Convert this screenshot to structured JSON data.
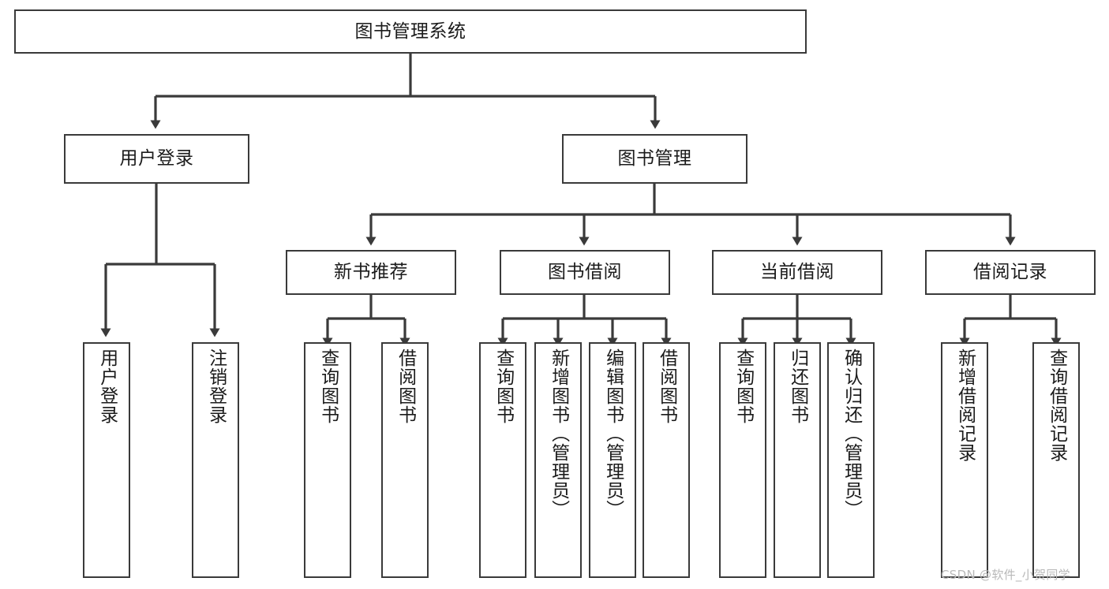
{
  "diagram": {
    "title": "图书管理系统",
    "type": "tree",
    "orientation": "top-down",
    "colors": {
      "node_border": "#3a3a3a",
      "node_fill": "#ffffff",
      "edge": "#3a3a3a",
      "text": "#1b1b1b",
      "watermark": "#b9b9b9",
      "background": "#ffffff"
    }
  },
  "watermark": {
    "text": "CSDN @软件_小贺同学"
  },
  "nodes": {
    "root": {
      "label": "图书管理系统"
    },
    "level2": [
      {
        "id": "user-login",
        "label": "用户登录"
      },
      {
        "id": "book-manage",
        "label": "图书管理"
      }
    ],
    "level3": [
      {
        "id": "new-book-recommend",
        "label": "新书推荐"
      },
      {
        "id": "book-borrow",
        "label": "图书借阅"
      },
      {
        "id": "current-borrow",
        "label": "当前借阅"
      },
      {
        "id": "borrow-record",
        "label": "借阅记录"
      }
    ],
    "leaves": {
      "user-login": [
        {
          "id": "leaf-user-login",
          "label": "用户登录"
        },
        {
          "id": "leaf-logout-login",
          "label": "注销登录"
        }
      ],
      "new-book-recommend": [
        {
          "id": "leaf-query-book-1",
          "label": "查询图书"
        },
        {
          "id": "leaf-borrow-book-1",
          "label": "借阅图书"
        }
      ],
      "book-borrow": [
        {
          "id": "leaf-query-book-2",
          "label": "查询图书"
        },
        {
          "id": "leaf-add-book",
          "label": "新增图书（管理员）"
        },
        {
          "id": "leaf-edit-book",
          "label": "编辑图书（管理员）"
        },
        {
          "id": "leaf-borrow-book-2",
          "label": "借阅图书"
        }
      ],
      "current-borrow": [
        {
          "id": "leaf-query-book-3",
          "label": "查询图书"
        },
        {
          "id": "leaf-return-book",
          "label": "归还图书"
        },
        {
          "id": "leaf-confirm-return",
          "label": "确认归还（管理员）"
        }
      ],
      "borrow-record": [
        {
          "id": "leaf-add-record",
          "label": "新增借阅记录"
        },
        {
          "id": "leaf-query-record",
          "label": "查询借阅记录"
        }
      ]
    }
  }
}
